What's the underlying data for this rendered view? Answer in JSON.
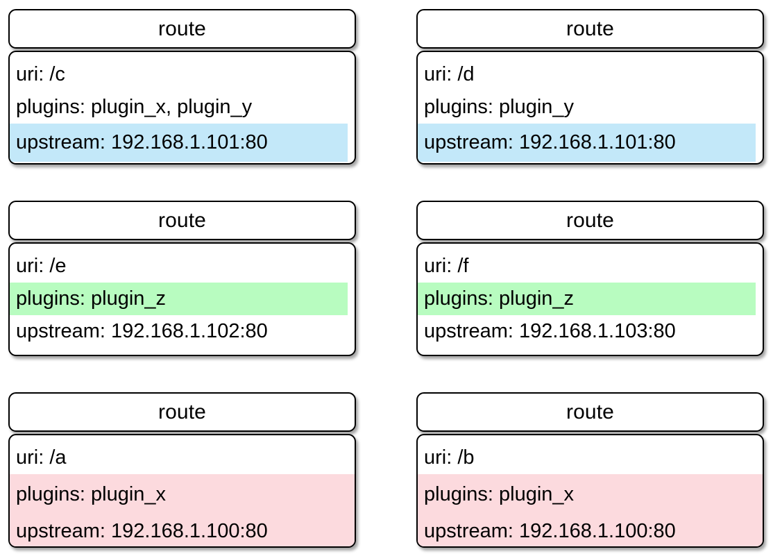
{
  "diagram": {
    "node_type_label": "route",
    "colors": {
      "highlight_blue": "#c3e8f9",
      "highlight_green": "#b8fcc0",
      "highlight_pink": "#fcdade",
      "border": "#000000",
      "background": "#ffffff",
      "text": "#000000"
    },
    "field_labels": {
      "uri": "uri:",
      "plugins": "plugins:",
      "upstream": "upstream:"
    }
  },
  "cards": [
    {
      "title": "route",
      "rows": [
        {
          "text": "uri: /c",
          "key": "uri",
          "value": "/c",
          "highlight": "none"
        },
        {
          "text": "plugins: plugin_x, plugin_y",
          "key": "plugins",
          "value": "plugin_x, plugin_y",
          "highlight": "none"
        },
        {
          "text": "upstream: 192.168.1.101:80",
          "key": "upstream",
          "value": "192.168.1.101:80",
          "highlight": "blue"
        }
      ]
    },
    {
      "title": "route",
      "rows": [
        {
          "text": "uri: /d",
          "key": "uri",
          "value": "/d",
          "highlight": "none"
        },
        {
          "text": "plugins: plugin_y",
          "key": "plugins",
          "value": "plugin_y",
          "highlight": "none"
        },
        {
          "text": "upstream: 192.168.1.101:80",
          "key": "upstream",
          "value": "192.168.1.101:80",
          "highlight": "blue"
        }
      ]
    },
    {
      "title": "route",
      "rows": [
        {
          "text": "uri: /e",
          "key": "uri",
          "value": "/e",
          "highlight": "none"
        },
        {
          "text": "plugins: plugin_z",
          "key": "plugins",
          "value": "plugin_z",
          "highlight": "green"
        },
        {
          "text": "upstream: 192.168.1.102:80",
          "key": "upstream",
          "value": "192.168.1.102:80",
          "highlight": "none"
        }
      ]
    },
    {
      "title": "route",
      "rows": [
        {
          "text": "uri: /f",
          "key": "uri",
          "value": "/f",
          "highlight": "none"
        },
        {
          "text": "plugins: plugin_z",
          "key": "plugins",
          "value": "plugin_z",
          "highlight": "green"
        },
        {
          "text": "upstream: 192.168.1.103:80",
          "key": "upstream",
          "value": "192.168.1.103:80",
          "highlight": "none"
        }
      ]
    },
    {
      "title": "route",
      "rows": [
        {
          "text": "uri: /a",
          "key": "uri",
          "value": "/a",
          "highlight": "none"
        },
        {
          "text": "plugins: plugin_x",
          "key": "plugins",
          "value": "plugin_x",
          "highlight": "pink"
        },
        {
          "text": "upstream: 192.168.1.100:80",
          "key": "upstream",
          "value": "192.168.1.100:80",
          "highlight": "pink"
        }
      ]
    },
    {
      "title": "route",
      "rows": [
        {
          "text": "uri: /b",
          "key": "uri",
          "value": "/b",
          "highlight": "none"
        },
        {
          "text": "plugins: plugin_x",
          "key": "plugins",
          "value": "plugin_x",
          "highlight": "pink"
        },
        {
          "text": "upstream: 192.168.1.100:80",
          "key": "upstream",
          "value": "192.168.1.100:80",
          "highlight": "pink"
        }
      ]
    }
  ]
}
